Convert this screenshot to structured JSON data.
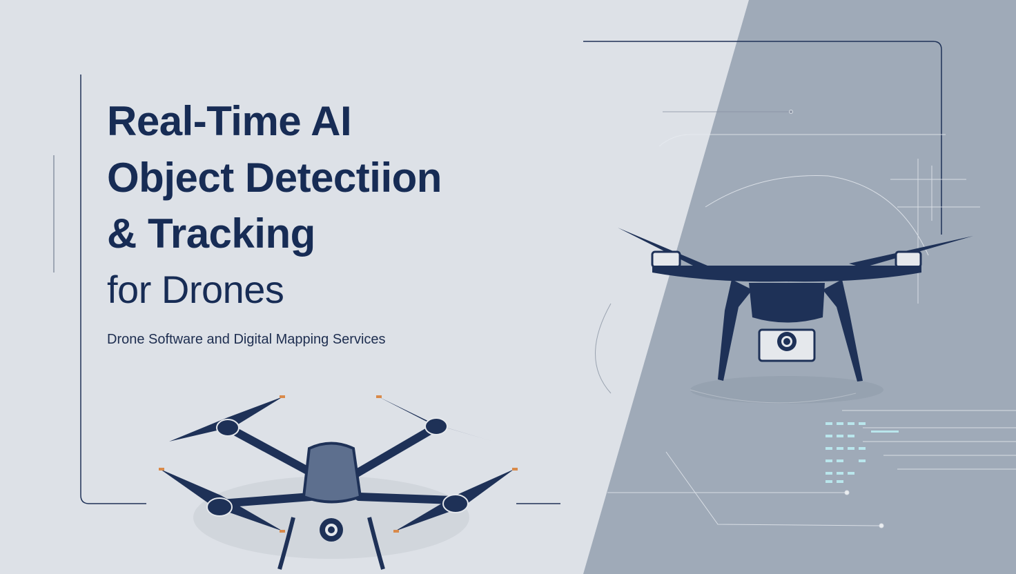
{
  "title": {
    "line1": "Real-Time AI",
    "line2": "Object Detectiion",
    "line3": "& Tracking",
    "line4": "for Drones"
  },
  "subtitle": "Drone Software and Digital Mapping Services",
  "colors": {
    "background": "#dde1e7",
    "panel": "#9faab8",
    "navy": "#172c55",
    "accent_data": "#a9e3ea",
    "propeller_tip": "#d98a4a"
  }
}
